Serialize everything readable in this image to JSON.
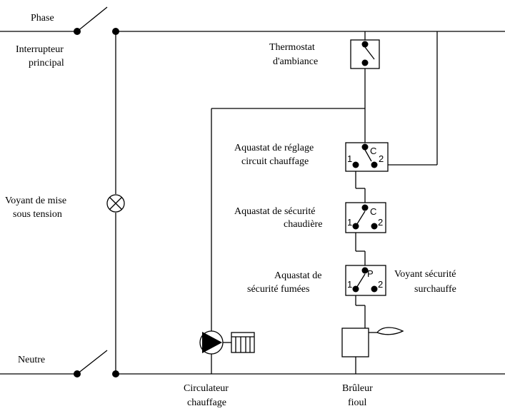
{
  "labels": {
    "phase": "Phase",
    "interrupteur_1": "Interrupteur",
    "interrupteur_2": "principal",
    "voyant_tension_1": "Voyant de mise",
    "voyant_tension_2": "sous tension",
    "neutre": "Neutre",
    "thermostat_1": "Thermostat",
    "thermostat_2": "d'ambiance",
    "aquastat_reglage_1": "Aquastat de réglage",
    "aquastat_reglage_2": "circuit chauffage",
    "aquastat_chaudiere_1": "Aquastat de sécurité",
    "aquastat_chaudiere_2": "chaudière",
    "aquastat_fumees_1": "Aquastat de",
    "aquastat_fumees_2": "sécurité fumées",
    "voyant_surchauffe_1": "Voyant sécurité",
    "voyant_surchauffe_2": "surchauffe",
    "circulateur_1": "Circulateur",
    "circulateur_2": "chauffage",
    "bruleur_1": "Brûleur",
    "bruleur_2": "fioul"
  },
  "terminals": {
    "reglage": {
      "common": "C",
      "t1": "1",
      "t2": "2"
    },
    "chaudiere": {
      "common": "C",
      "t1": "1",
      "t2": "2"
    },
    "fumees": {
      "common": "P",
      "t1": "1",
      "t2": "2"
    }
  }
}
